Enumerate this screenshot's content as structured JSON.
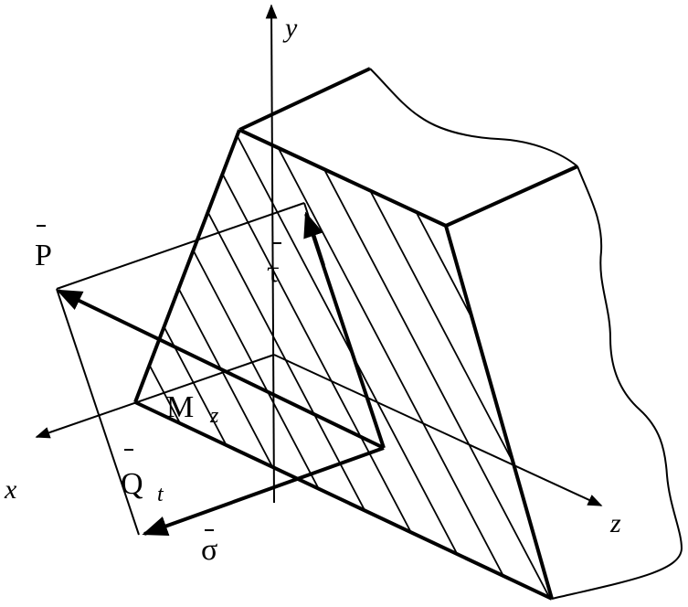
{
  "axes": {
    "x": "x",
    "y": "y",
    "z": "z"
  },
  "vectors": {
    "P": "P",
    "tau": "τ",
    "sigma": "σ",
    "Q": "Q",
    "Q_subscript": "t"
  },
  "moment": {
    "symbol": "M",
    "subscript": "z"
  },
  "colors": {
    "stroke": "#000000",
    "background": "#ffffff"
  }
}
